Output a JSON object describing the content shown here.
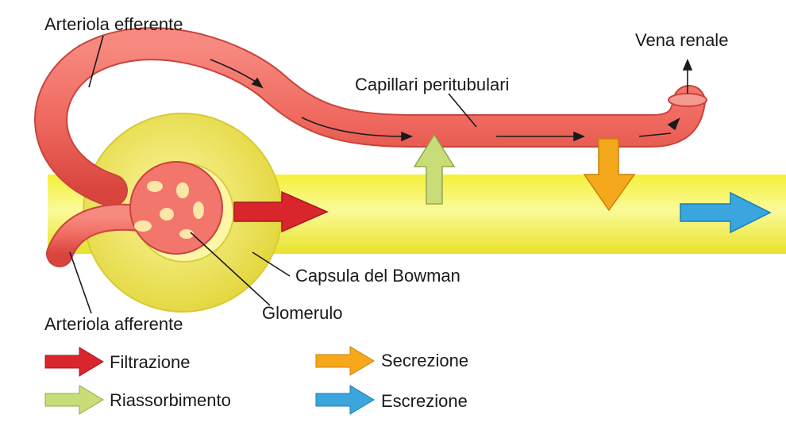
{
  "labels": {
    "efferent": "Arteriola efferente",
    "vein": "Vena renale",
    "capillaries": "Capillari peritubulari",
    "capsule": "Capsula del Bowman",
    "glomerulus": "Glomerulo",
    "afferent": "Arteriola afferente"
  },
  "legend": [
    {
      "label": "Filtrazione",
      "color": "#d8262c"
    },
    {
      "label": "Secrezione",
      "color": "#f5a81c"
    },
    {
      "label": "Riassorbimento",
      "color": "#c8dc78"
    },
    {
      "label": "Escrezione",
      "color": "#3aa6dd"
    }
  ],
  "colors": {
    "vessel": "#f0675f",
    "vessel_light": "#f8a39c",
    "tubule": "#f2f12e",
    "tubule_light": "#fbfb9e",
    "capsule": "#efe95a",
    "filtration": "#d8262c",
    "reabsorption": "#c8dc78",
    "secretion": "#f5a81c",
    "excretion": "#3aa6dd"
  }
}
